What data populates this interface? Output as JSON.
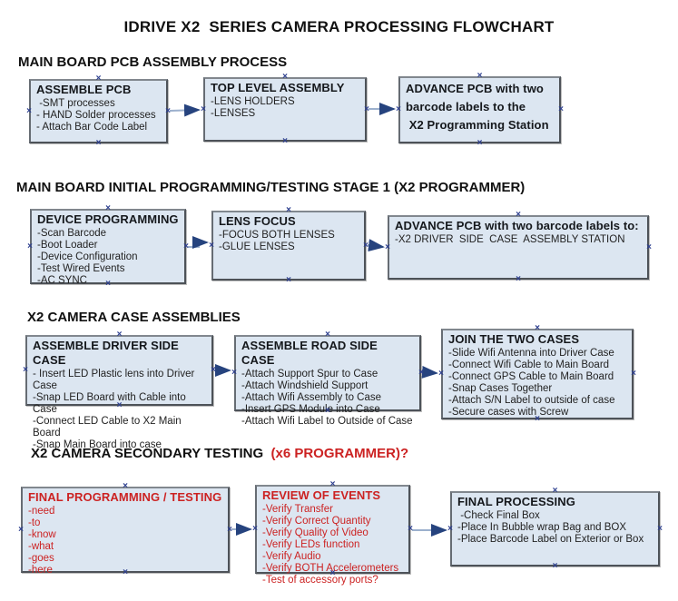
{
  "title": "IDRIVE X2  SERIES CAMERA PROCESSING FLOWCHART",
  "colors": {
    "box_fill": "#dce6f1",
    "box_border": "#4d5258",
    "connector_line": "#9cb0cd",
    "connector_arrowhead": "#26437e",
    "connection_point": "#2d3f8f",
    "red_text": "#cc2222",
    "black_text": "#111111"
  },
  "sections": [
    {
      "heading": "MAIN BOARD PCB ASSEMBLY PROCESS",
      "boxes": [
        {
          "title": "ASSEMBLE PCB",
          "items": [
            " -SMT processes",
            "- HAND Solder processes",
            "- Attach Bar Code Label"
          ]
        },
        {
          "title": "TOP LEVEL ASSEMBLY",
          "items": [
            "-LENS HOLDERS",
            "-LENSES"
          ]
        },
        {
          "title": "ADVANCE PCB with two barcode labels to the\n X2 Programming Station",
          "items": []
        }
      ]
    },
    {
      "heading": "MAIN BOARD INITIAL PROGRAMMING/TESTING STAGE 1 (X2 PROGRAMMER)",
      "boxes": [
        {
          "title": "DEVICE PROGRAMMING",
          "items": [
            "-Scan Barcode",
            "-Boot Loader",
            "-Device Configuration",
            "-Test Wired Events",
            "-AC SYNC"
          ]
        },
        {
          "title": "LENS FOCUS",
          "items": [
            "-FOCUS BOTH LENSES",
            "-GLUE LENSES"
          ]
        },
        {
          "title": "ADVANCE PCB with two barcode labels to:",
          "items": [
            "-X2 DRIVER  SIDE  CASE  ASSEMBLY STATION"
          ]
        }
      ]
    },
    {
      "heading": "X2 CAMERA CASE ASSEMBLIES",
      "boxes": [
        {
          "title": "ASSEMBLE DRIVER SIDE CASE",
          "items": [
            "- Insert LED Plastic lens into Driver Case",
            "-Snap LED Board with Cable into Case",
            "-Connect LED Cable to X2 Main Board",
            "-Snap Main Board into case"
          ]
        },
        {
          "title": "ASSEMBLE ROAD SIDE CASE",
          "items": [
            "-Attach Support Spur to Case",
            "-Attach Windshield Support",
            "-Attach Wifi Assembly to Case",
            "-Insert GPS Module into Case",
            "-Attach Wifi Label to Outside of Case"
          ]
        },
        {
          "title": "JOIN THE TWO CASES",
          "items": [
            "-Slide Wifi Antenna into Driver Case",
            "-Connect Wifi Cable to Main Board",
            "-Connect GPS Cable to Main Board",
            "-Snap Cases Together",
            "-Attach S/N Label to outside of case",
            "-Secure cases with Screw"
          ]
        }
      ]
    },
    {
      "heading": "X2 CAMERA SECONDARY TESTING",
      "heading_suffix": "  (x6 PROGRAMMER)?",
      "boxes": [
        {
          "title": "FINAL PROGRAMMING / TESTING",
          "items": [
            "-need",
            "-to",
            "-know",
            "-what",
            "-goes",
            "-here"
          ]
        },
        {
          "title": "REVIEW OF EVENTS",
          "items": [
            "-Verify Transfer",
            "-Verify Correct Quantity",
            "-Verify Quality of Video",
            "-Verify LEDs function",
            "-Verify Audio",
            "-Verify BOTH Accelerometers",
            "-Test of accessory ports?"
          ]
        },
        {
          "title": "FINAL PROCESSING",
          "items": [
            " -Check Final Box",
            "-Place In Bubble wrap Bag and BOX",
            "-Place Barcode Label on Exterior or Box"
          ]
        }
      ]
    }
  ]
}
